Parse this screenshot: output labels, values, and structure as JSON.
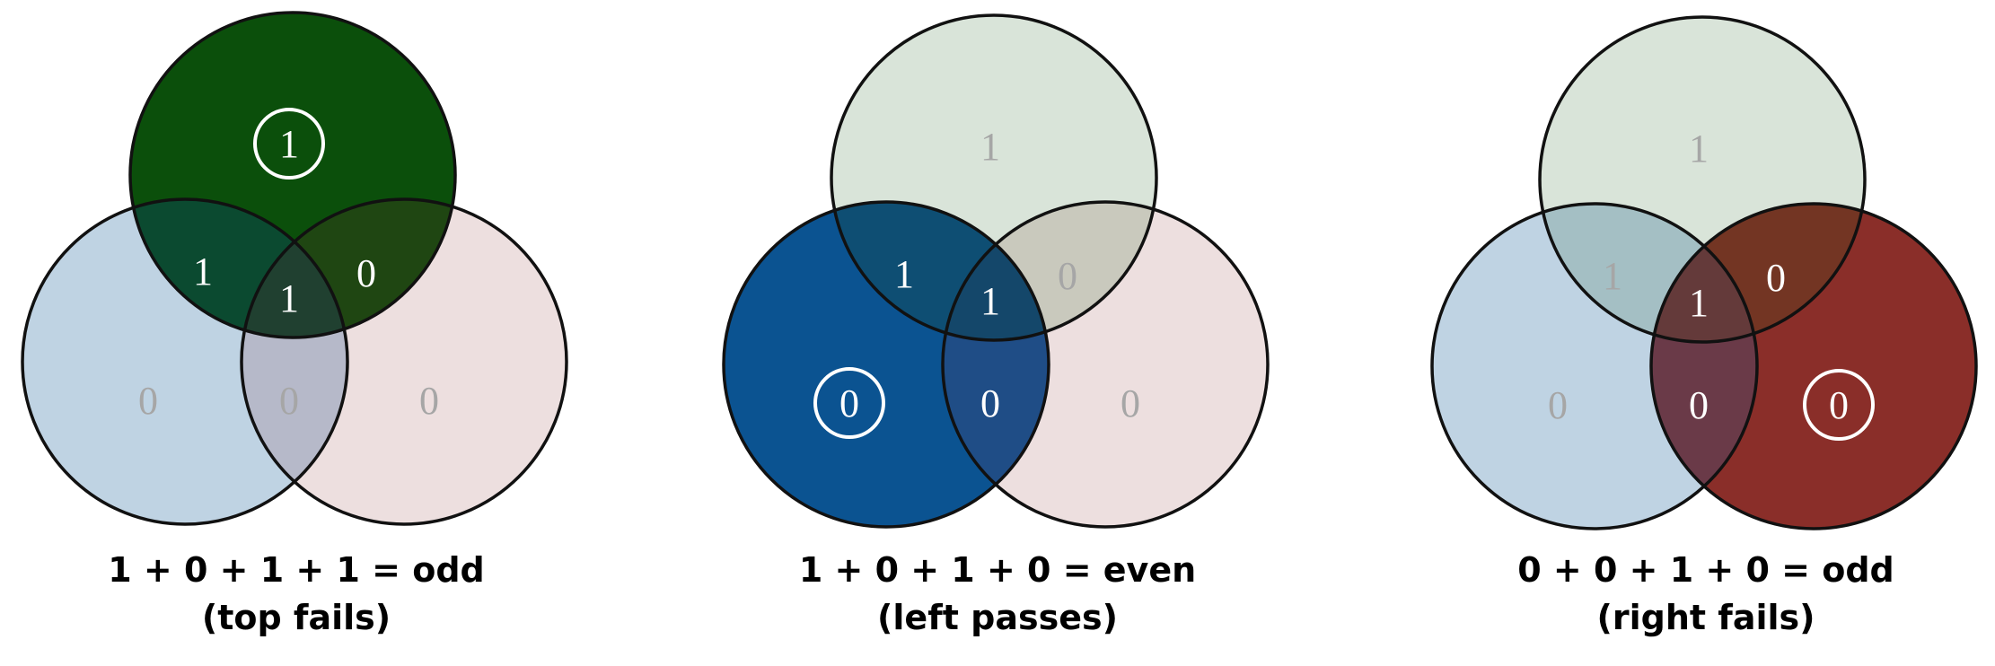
{
  "panels": [
    {
      "id": "top",
      "equation": "1 + 0 + 1 + 1 = odd",
      "verdict": "(top fails)",
      "circles": {
        "top": "#0b4f0b",
        "left": "#bfd3e3",
        "right": "#eddfdf"
      },
      "overlaps": {
        "top_left": "#0b4a30",
        "top_right": "#1f4612",
        "left_right": "#b6b9c9",
        "center": "#204030"
      },
      "labels": {
        "top_only": "1",
        "top_left": "1",
        "top_right": "0",
        "center": "1",
        "left_right": "0",
        "left_only": "0",
        "right_only": "0"
      },
      "highlighted": "top_only"
    },
    {
      "id": "left",
      "equation": "1 + 0 + 1 + 0 = even",
      "verdict": "(left passes)",
      "circles": {
        "top": "#d9e4d9",
        "left": "#0b5391",
        "right": "#eddfdf"
      },
      "overlaps": {
        "top_left": "#0e4e73",
        "top_right": "#c9c9bd",
        "left_right": "#1f4d86",
        "center": "#14476a"
      },
      "labels": {
        "top_only": "1",
        "top_left": "1",
        "top_right": "0",
        "center": "1",
        "left_right": "0",
        "left_only": "0",
        "right_only": "0"
      },
      "highlighted": "left_only"
    },
    {
      "id": "right",
      "equation": "0 + 0 + 1 + 0 = odd",
      "verdict": "(right fails)",
      "circles": {
        "top": "#d9e4d9",
        "left": "#bfd3e3",
        "right": "#8a2e29"
      },
      "overlaps": {
        "top_left": "#a4bfc4",
        "top_right": "#733523",
        "left_right": "#6a3a48",
        "center": "#643a3a"
      },
      "labels": {
        "top_only": "1",
        "top_left": "1",
        "top_right": "0",
        "center": "1",
        "left_right": "0",
        "left_only": "0",
        "right_only": "0"
      },
      "highlighted": "right_only"
    }
  ]
}
